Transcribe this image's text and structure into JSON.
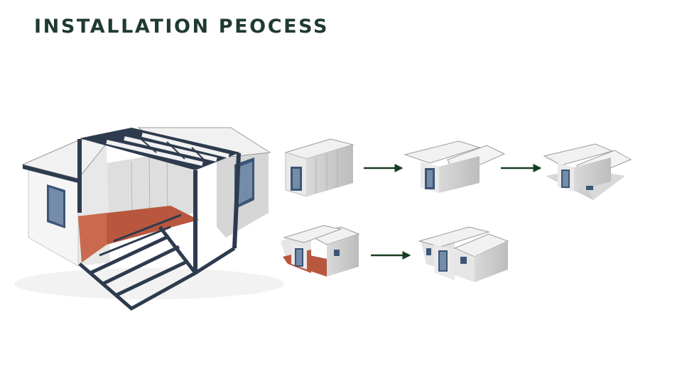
{
  "header": {
    "title": "INSTALLATION PEOCESS"
  },
  "colors": {
    "title_text": "#1f3a33",
    "roof_white": "#f1f1f1",
    "wall_light": "#e6e6e6",
    "wall_shade": "#c9c9c9",
    "frame_navy": "#2e3b4e",
    "floor_wood": "#b8573e",
    "window_blue": "#3b5577",
    "arrow_green": "#173d22"
  },
  "diagram": {
    "main_view": "expanded-container-house-cutaway",
    "steps": [
      {
        "step": 1,
        "state": "folded-container"
      },
      {
        "step": 2,
        "state": "roof-panels-raised"
      },
      {
        "step": 3,
        "state": "floor-panels-lowered"
      },
      {
        "step": 4,
        "state": "side-modules-expanded"
      },
      {
        "step": 5,
        "state": "fully-assembled-house"
      }
    ],
    "arrows": [
      {
        "from": 1,
        "to": 2
      },
      {
        "from": 2,
        "to": 3
      },
      {
        "from": 4,
        "to": 5
      }
    ]
  }
}
